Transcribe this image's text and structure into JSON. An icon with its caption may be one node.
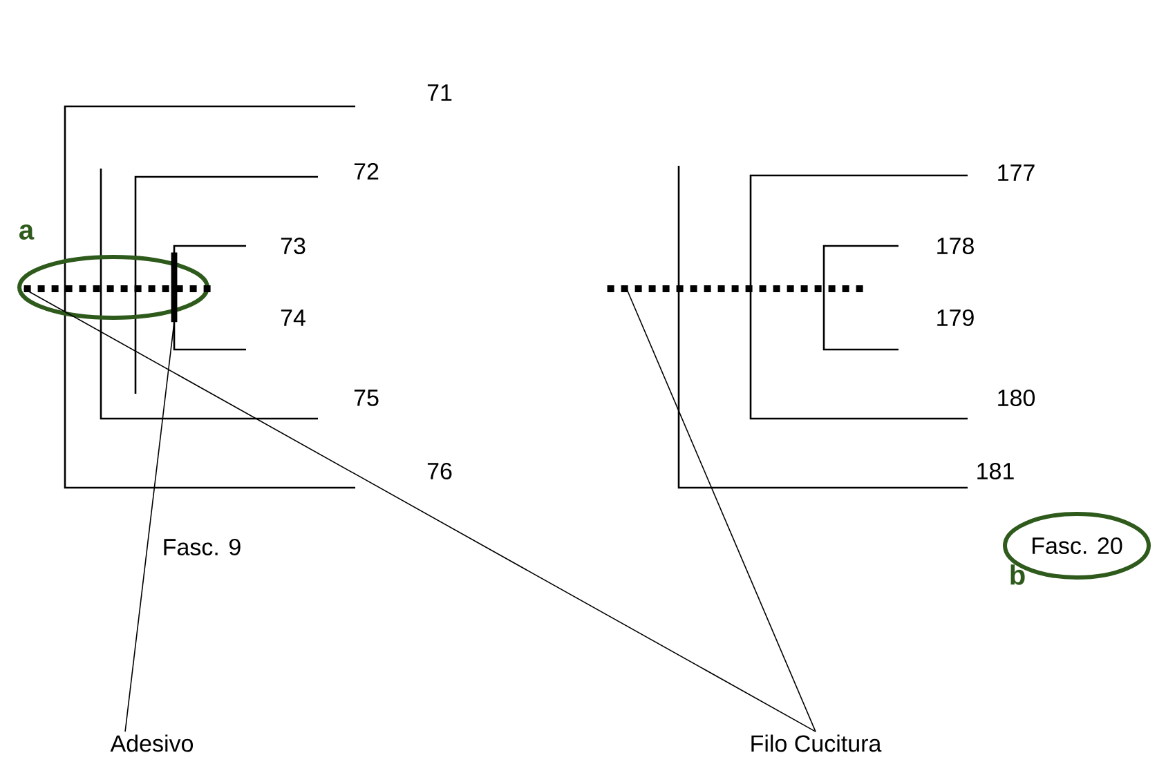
{
  "diagram": {
    "nodes": [
      {
        "text": [
          "Adesivo"
        ]
      },
      {
        "text": [
          "Filo Cucitura"
        ]
      },
      {
        "text": [],
        "shape": "bar"
      },
      {
        "text": [],
        "shape": "line"
      },
      {
        "text": [],
        "shape": "line"
      },
      {
        "text": [
          "Fasc. 20"
        ]
      }
    ],
    "edges": [
      {
        "from": 0,
        "to": 2,
        "arrow": "none"
      },
      {
        "from": 1,
        "to": 3,
        "arrow": "none"
      },
      {
        "from": 1,
        "to": 4,
        "arrow": "none"
      }
    ],
    "labels": [
      "71",
      "72",
      "177",
      "a",
      "73",
      "178",
      "74",
      "179",
      "75",
      "180",
      "76",
      "181",
      "Fasc. 9",
      "b"
    ]
  }
}
